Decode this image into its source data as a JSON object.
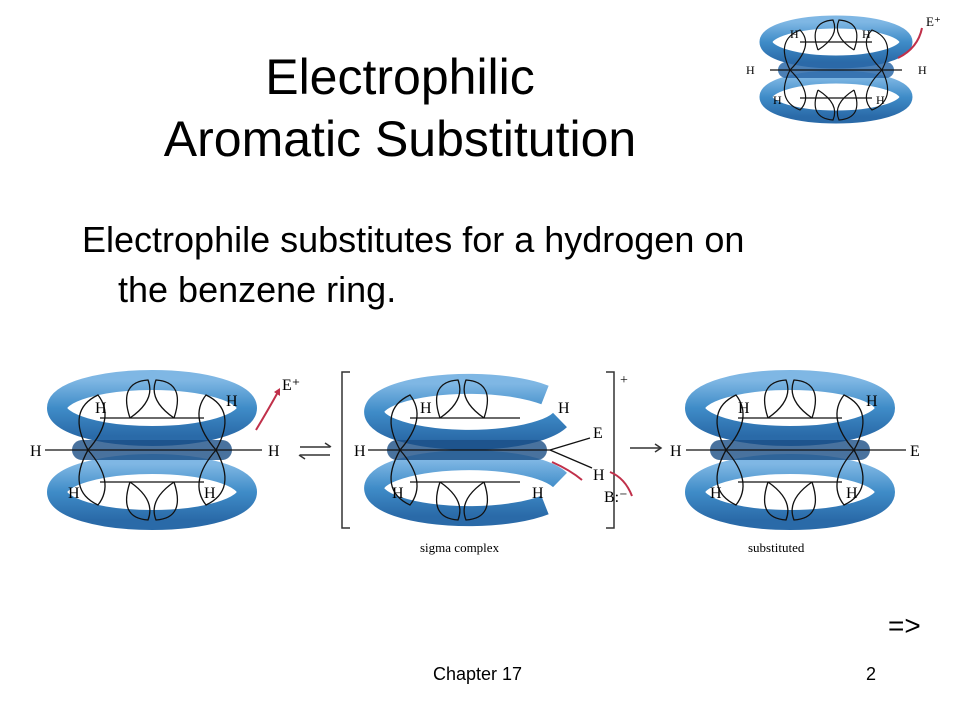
{
  "slide": {
    "title_line1": "Electrophilic",
    "title_line2": "Aromatic Substitution",
    "body_line1": "Electrophile substitutes for a hydrogen on",
    "body_line2": "the benzene ring.",
    "next_arrow": "=>",
    "footer_chapter": "Chapter 17",
    "footer_page": "2"
  },
  "figure": {
    "h": "H",
    "e": "E",
    "e_plus": "E⁺",
    "base": "B:⁻",
    "plus": "+",
    "caption_sigma": "sigma complex",
    "caption_substituted": "substituted"
  },
  "colors": {
    "ring_blue": "#3f8cc8",
    "ring_dark": "#1b4f86",
    "arrow_red": "#c0304a"
  }
}
